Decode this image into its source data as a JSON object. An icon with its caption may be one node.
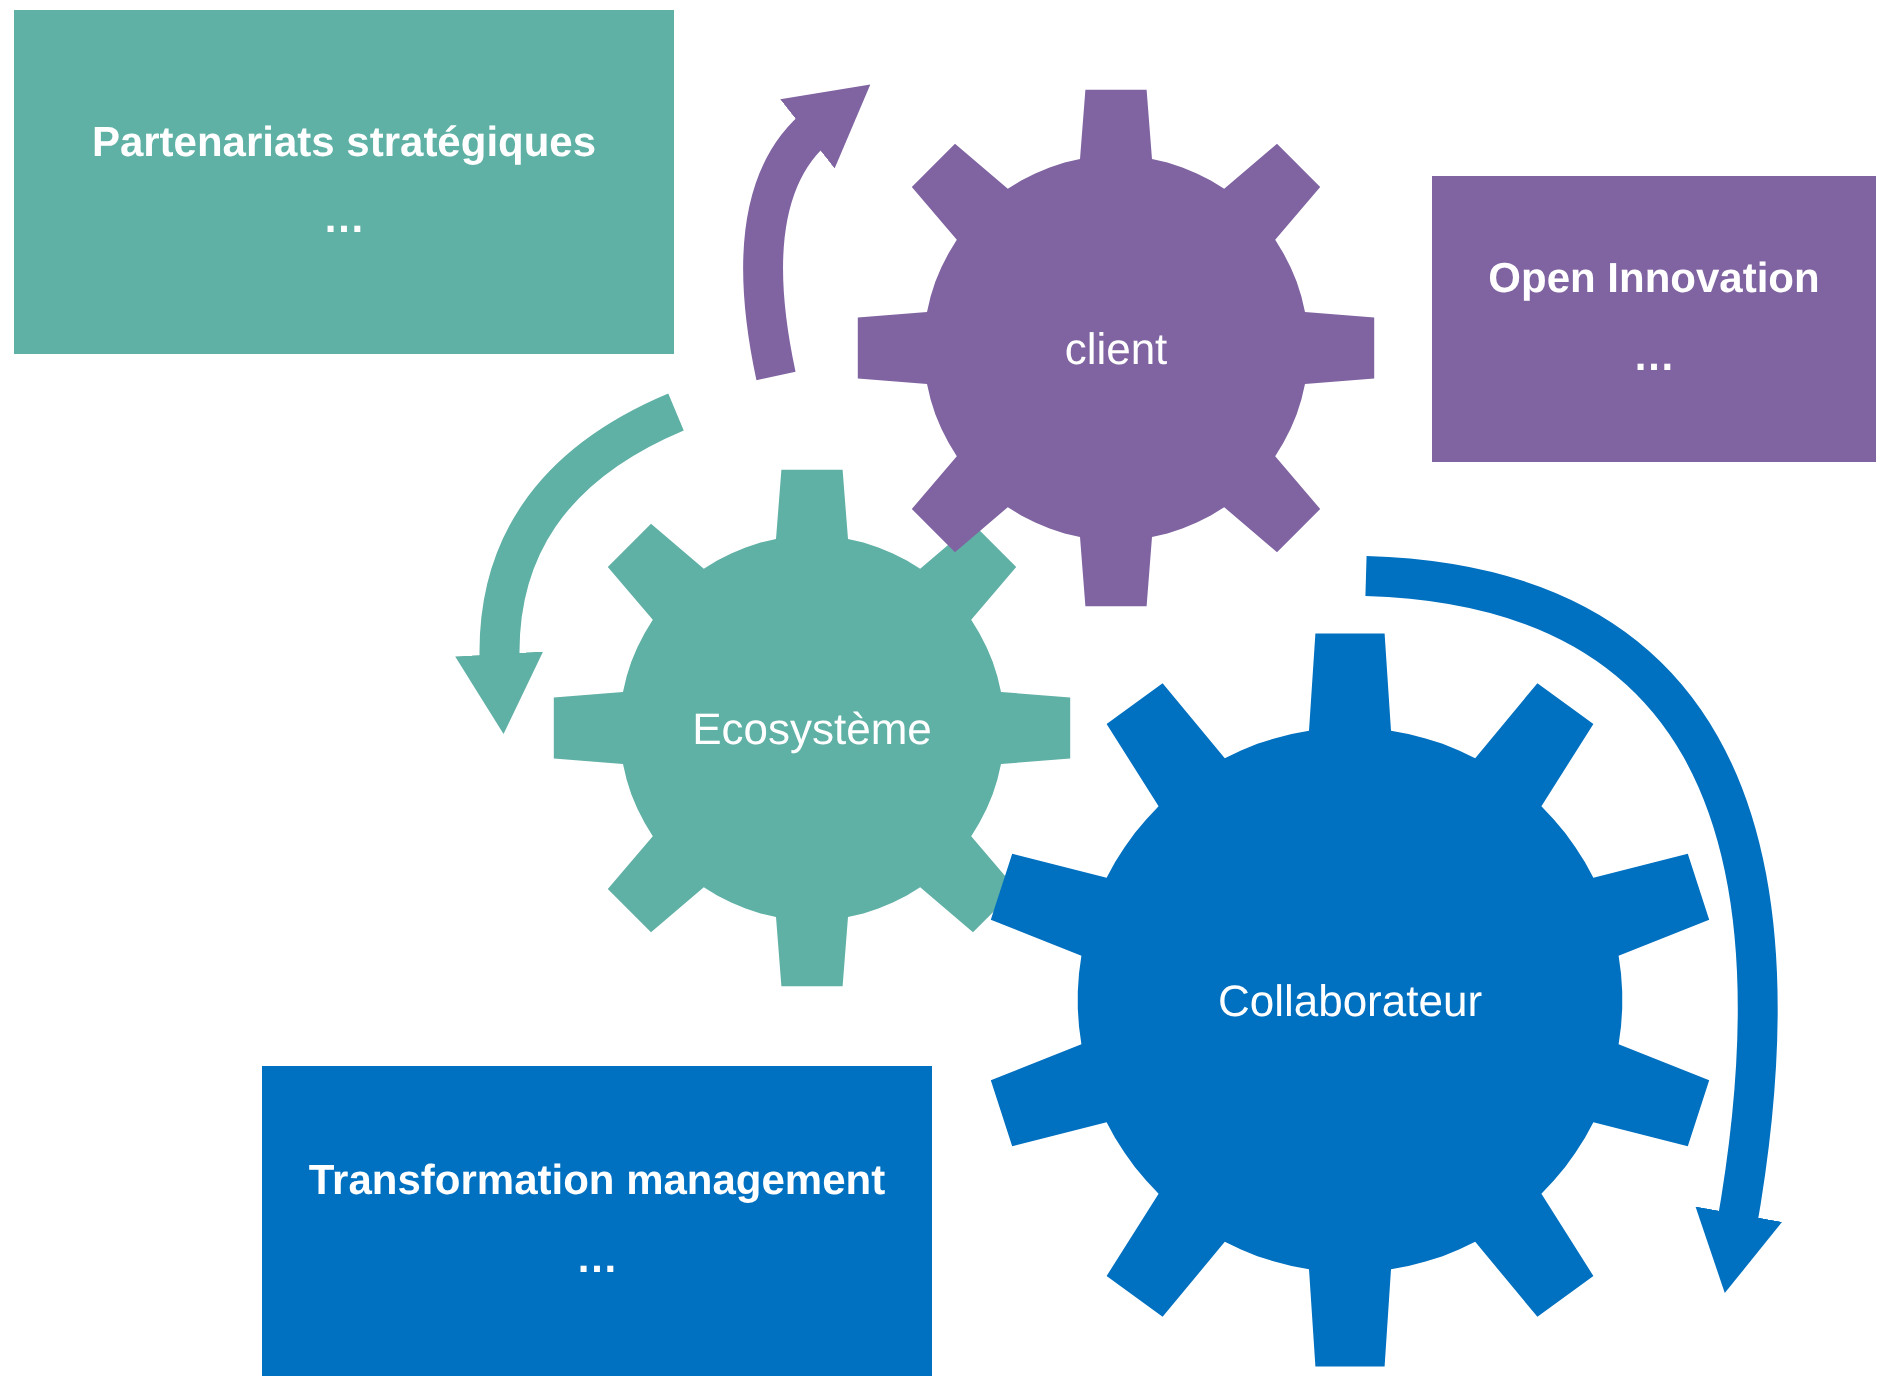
{
  "diagram": {
    "nodes": [
      {
        "text": [
          "Partenariats stratégiques",
          "…"
        ]
      },
      {
        "text": [
          "Open Innovation",
          "…"
        ]
      },
      {
        "text": [
          "client"
        ]
      },
      {
        "text": [
          "Ecosystème"
        ]
      },
      {
        "text": [
          "Collaborateur"
        ]
      },
      {
        "text": [
          "Transformation management",
          "…"
        ]
      }
    ]
  }
}
